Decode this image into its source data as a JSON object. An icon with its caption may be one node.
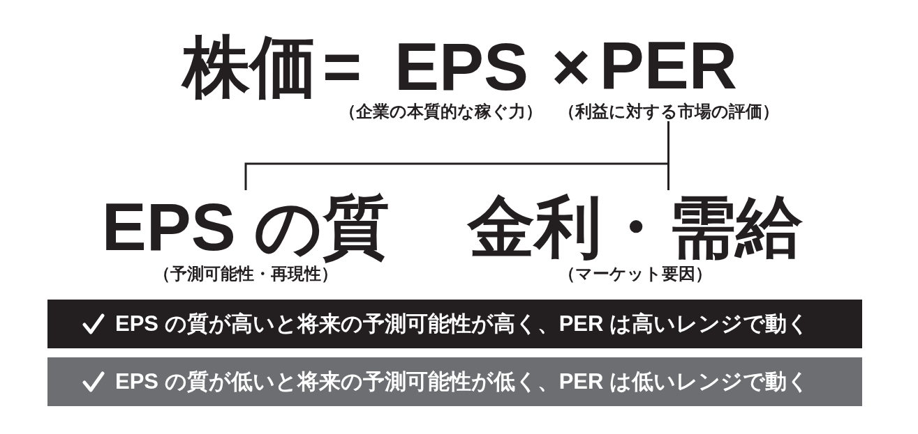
{
  "diagram": {
    "nodes": [
      {
        "text": [
          "PER"
        ],
        "beside": [
          "（利益に対する市場の評価）"
        ]
      },
      {
        "text": [
          "EPS の質"
        ],
        "beside": [
          "（予測可能性・再現性）"
        ]
      },
      {
        "text": [
          "金利・需給"
        ],
        "beside": [
          "（マーケット要因）"
        ]
      },
      {
        "text": [
          "EPS の質が高いと将来の予測可能性が高く、PER は高いレンジで動く"
        ]
      },
      {
        "text": [
          "EPS の質が低いと将来の予測可能性が低く、PER は低いレンジで動く"
        ]
      }
    ],
    "edges": [
      {
        "from": 0,
        "to": 1,
        "arrow": "none"
      },
      {
        "from": 0,
        "to": 2,
        "arrow": "none"
      }
    ],
    "labels": [
      "株価",
      "=",
      "EPS",
      "×",
      "（企業の本質的な稼ぐ力）"
    ]
  }
}
